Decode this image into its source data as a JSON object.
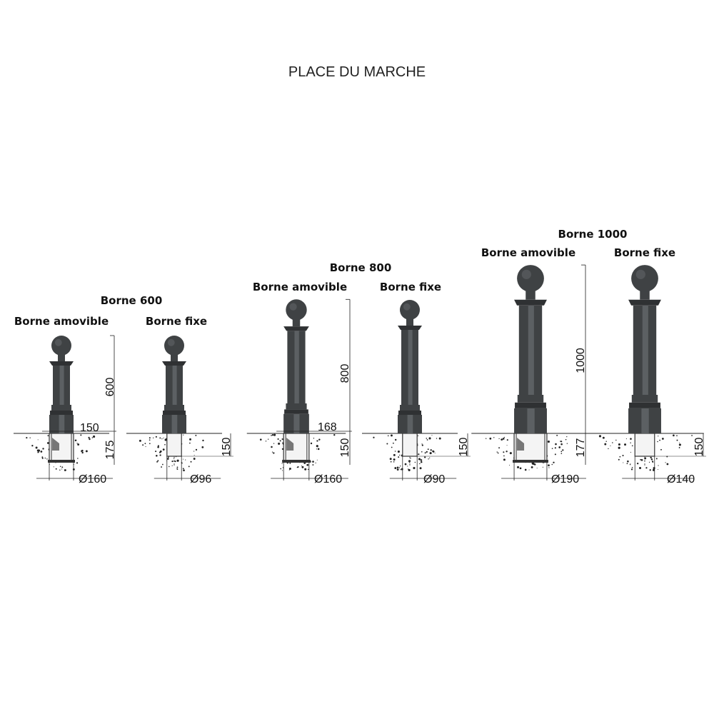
{
  "title": "PLACE DU MARCHE",
  "groups": [
    {
      "name": "Borne 600",
      "amovible": {
        "label": "Borne amovible",
        "height": "600",
        "base_width": "150",
        "depth": "175",
        "diameter": "Ø160"
      },
      "fixe": {
        "label": "Borne fixe",
        "depth": "150",
        "diameter": "Ø96"
      }
    },
    {
      "name": "Borne 800",
      "amovible": {
        "label": "Borne amovible",
        "height": "800",
        "base_width": "168",
        "depth": "150",
        "diameter": "Ø160"
      },
      "fixe": {
        "label": "Borne fixe",
        "depth": "150",
        "diameter": "Ø90"
      }
    },
    {
      "name": "Borne 1000",
      "amovible": {
        "label": "Borne amovible",
        "height": "1000",
        "depth": "177",
        "diameter": "Ø190"
      },
      "fixe": {
        "label": "Borne fixe",
        "depth": "150",
        "diameter": "Ø140"
      }
    }
  ],
  "colors": {
    "bollard": "#3f4244",
    "bollard_light": "#5c6063",
    "line": "#222222"
  }
}
